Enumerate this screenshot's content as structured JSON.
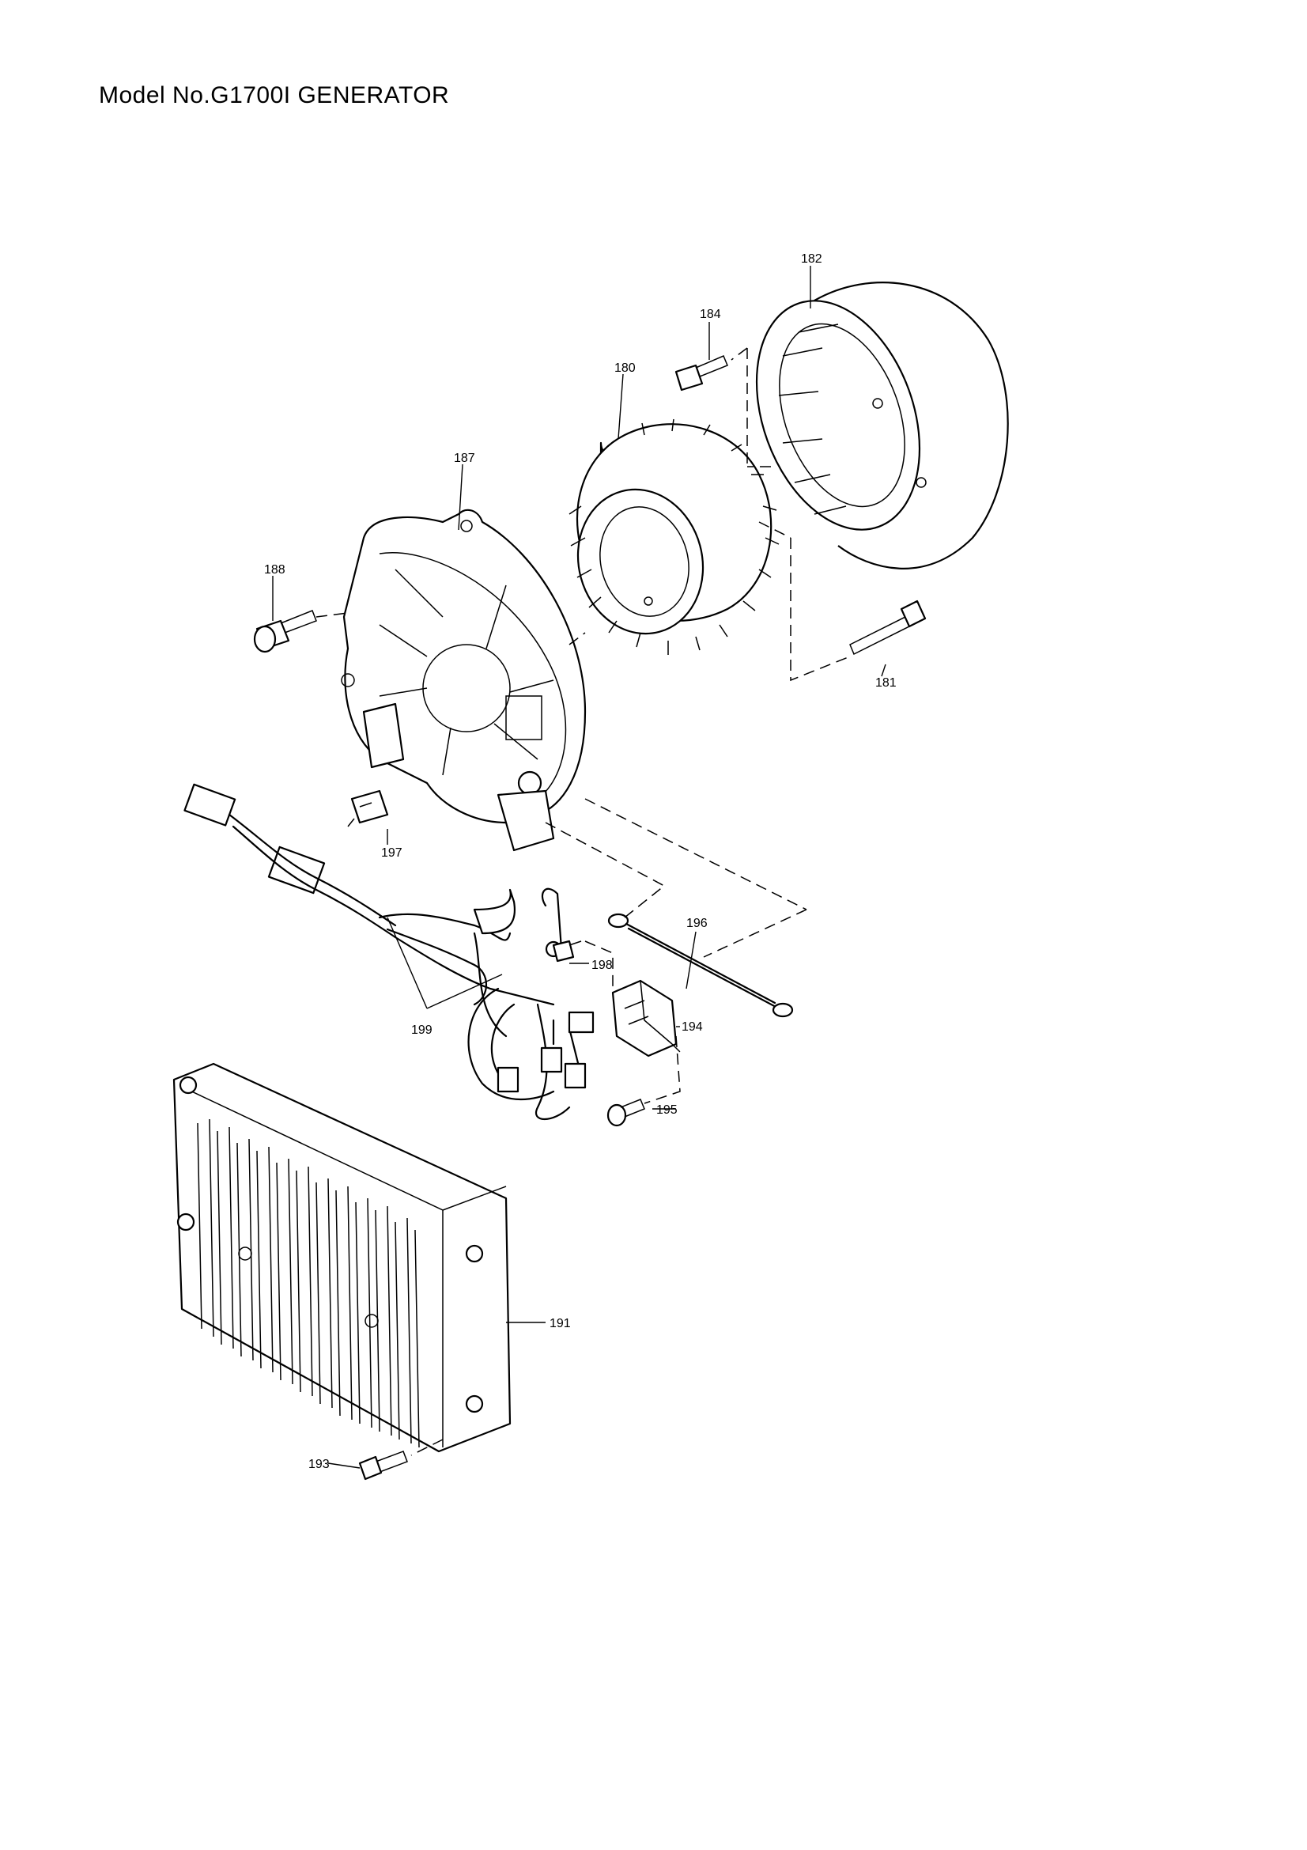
{
  "title": "Model No.G1700I GENERATOR",
  "parts": [
    {
      "id": "p182",
      "number": "182"
    },
    {
      "id": "p184",
      "number": "184"
    },
    {
      "id": "p180",
      "number": "180"
    },
    {
      "id": "p187",
      "number": "187"
    },
    {
      "id": "p188",
      "number": "188"
    },
    {
      "id": "p181",
      "number": "181"
    },
    {
      "id": "p197",
      "number": "197"
    },
    {
      "id": "p196",
      "number": "196"
    },
    {
      "id": "p198",
      "number": "198"
    },
    {
      "id": "p194",
      "number": "194"
    },
    {
      "id": "p199",
      "number": "199"
    },
    {
      "id": "p195",
      "number": "195"
    },
    {
      "id": "p191",
      "number": "191"
    },
    {
      "id": "p193",
      "number": "193"
    }
  ]
}
